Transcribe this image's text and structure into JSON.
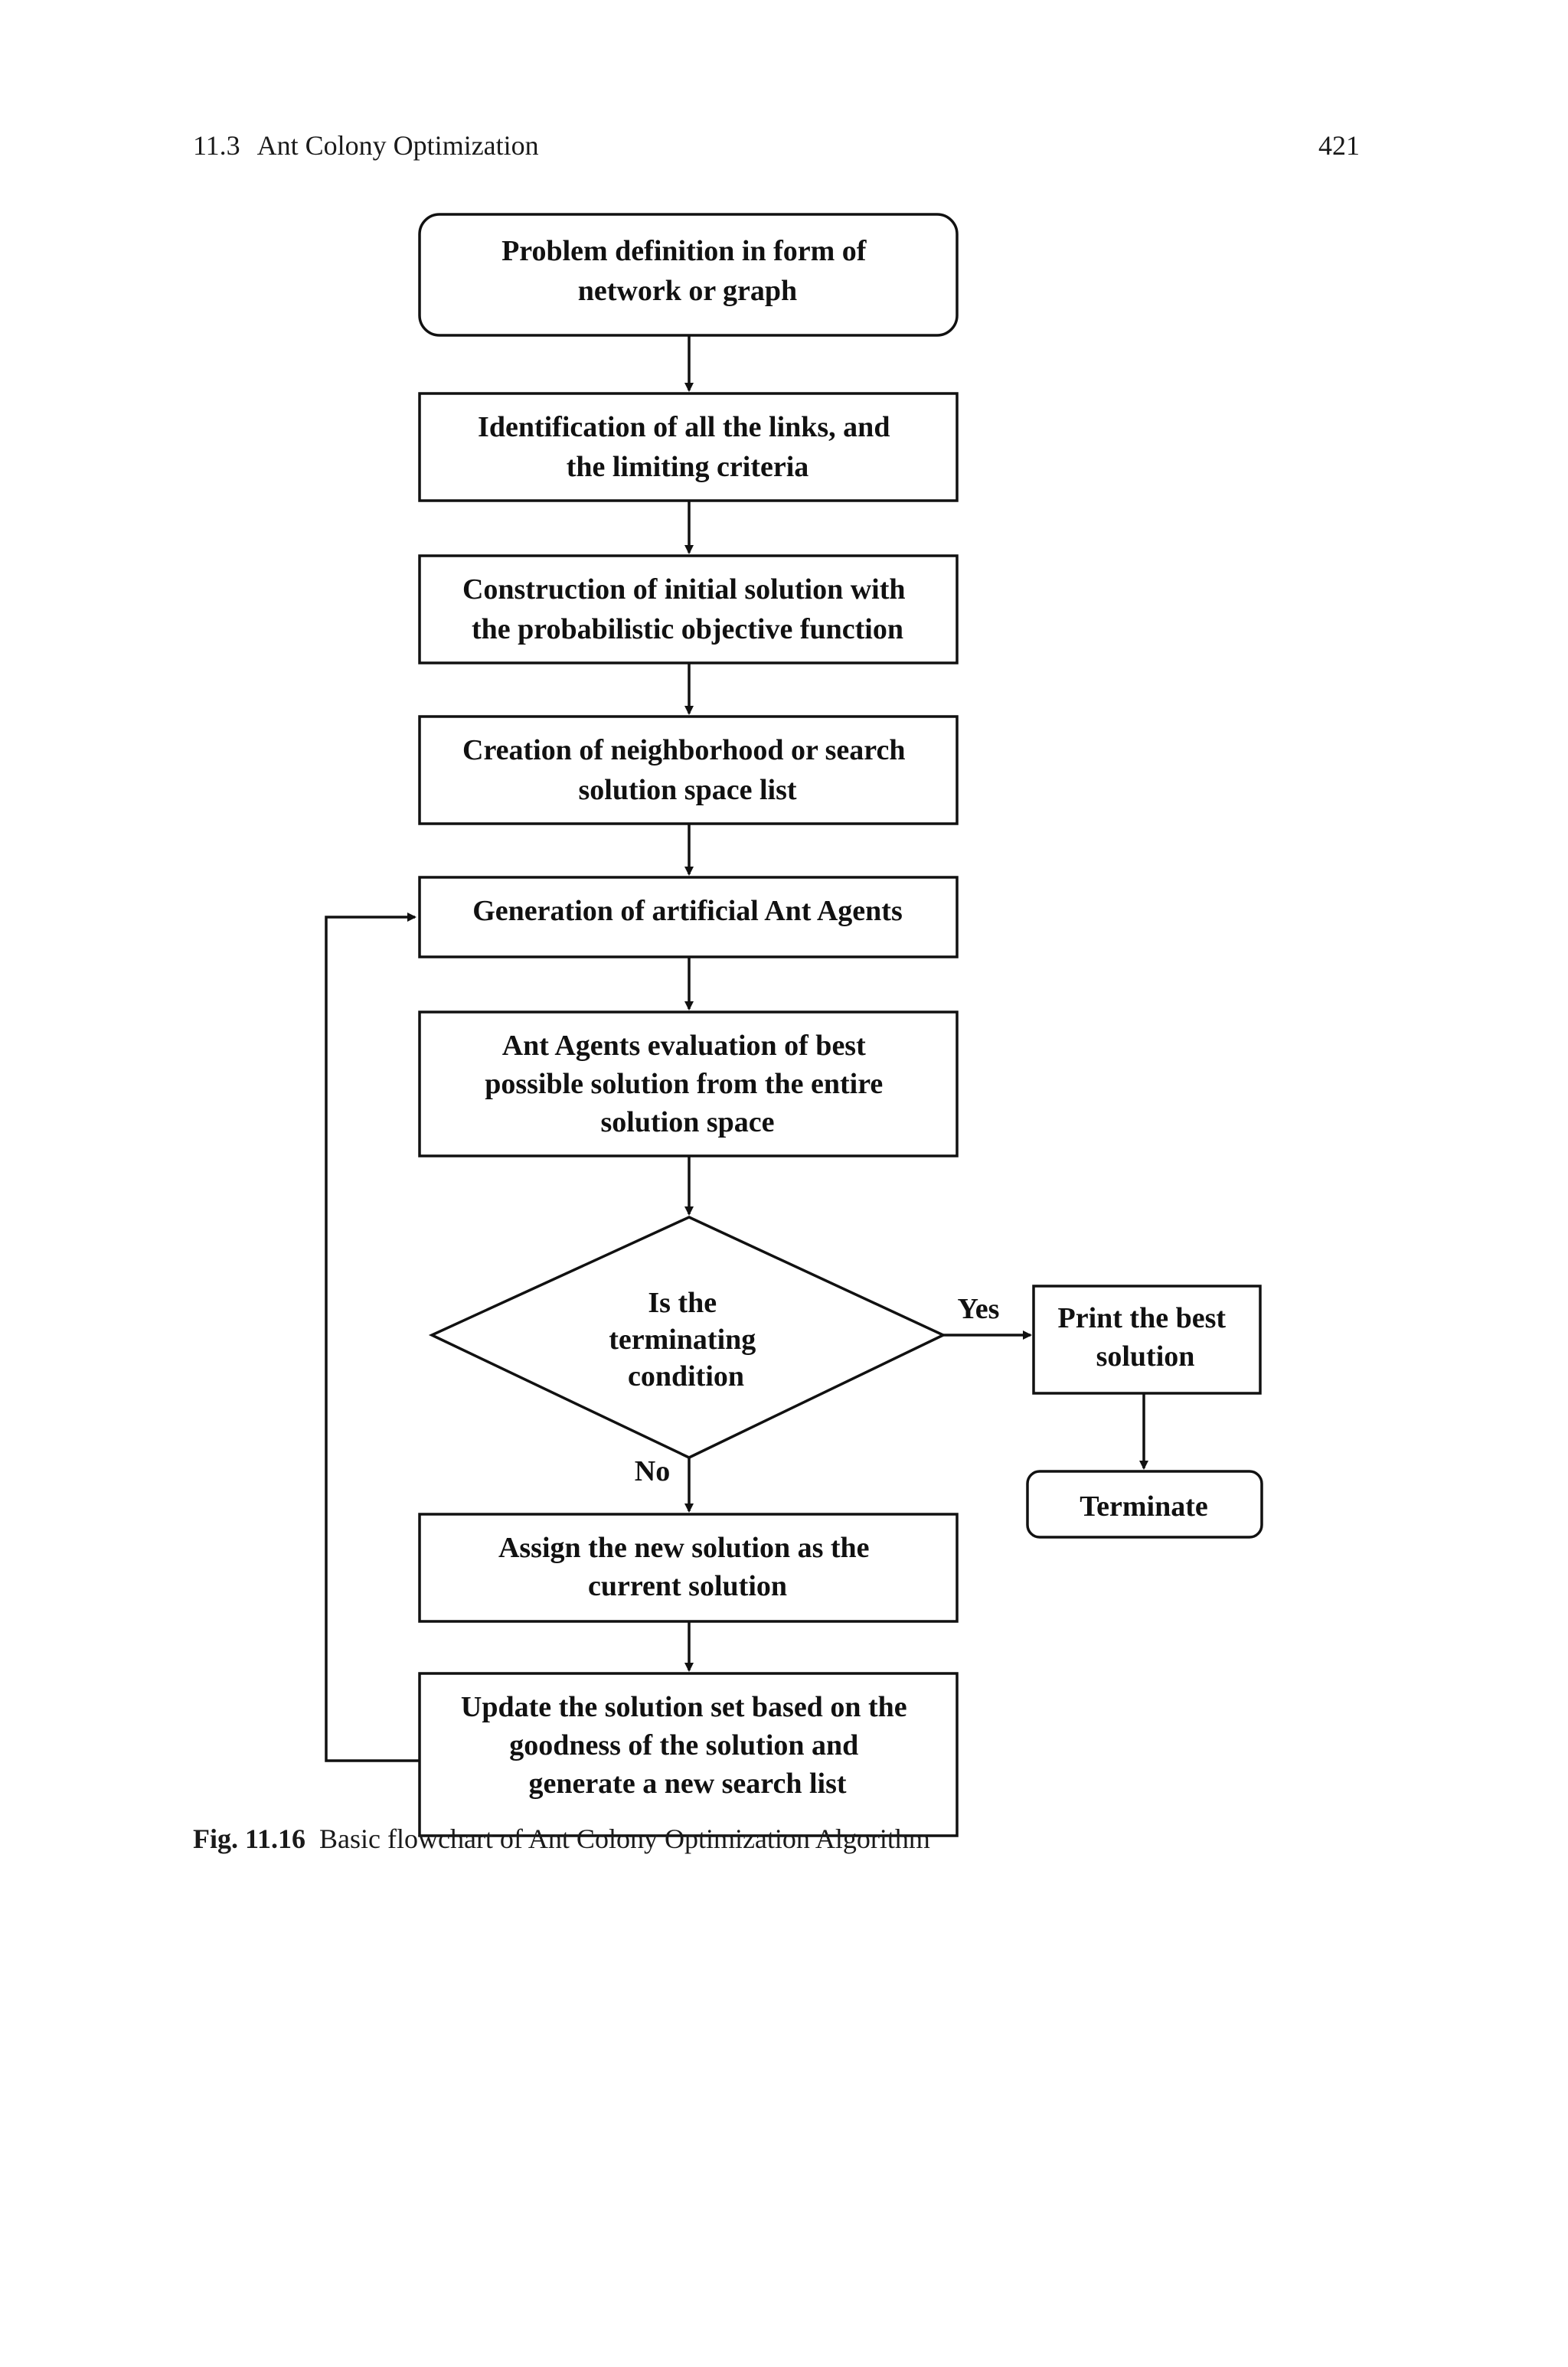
{
  "running_head": {
    "section_number": "11.3",
    "section_title": "Ant Colony Optimization",
    "page_number": "421"
  },
  "flowchart": {
    "nodes": {
      "problem_definition": [
        "Problem definition in form of",
        "network or graph"
      ],
      "identification_links": [
        "Identification of all the links, and",
        "the limiting criteria"
      ],
      "construction_initial": [
        "Construction of initial solution with",
        "the  probabilistic objective function"
      ],
      "creation_neighborhood": [
        "Creation of neighborhood or search",
        "solution space list"
      ],
      "generation_agents": [
        "Generation of artificial Ant Agents"
      ],
      "agents_evaluation": [
        "Ant Agents evaluation of best",
        "possible solution from the entire",
        "solution space"
      ],
      "terminating_condition": [
        "Is the",
        "terminating",
        "condition"
      ],
      "print_best": [
        "Print the best",
        "solution"
      ],
      "terminate": [
        "Terminate"
      ],
      "assign_solution": [
        "Assign the new solution as the",
        "current solution"
      ],
      "update_solution": [
        "Update the solution set based on the",
        "goodness of the solution and",
        "generate a new search list"
      ]
    },
    "edge_labels": {
      "yes": "Yes",
      "no": "No"
    }
  },
  "caption": {
    "label": "Fig. 11.16",
    "text": "Basic flowchart of Ant Colony Optimization Algorithm"
  }
}
